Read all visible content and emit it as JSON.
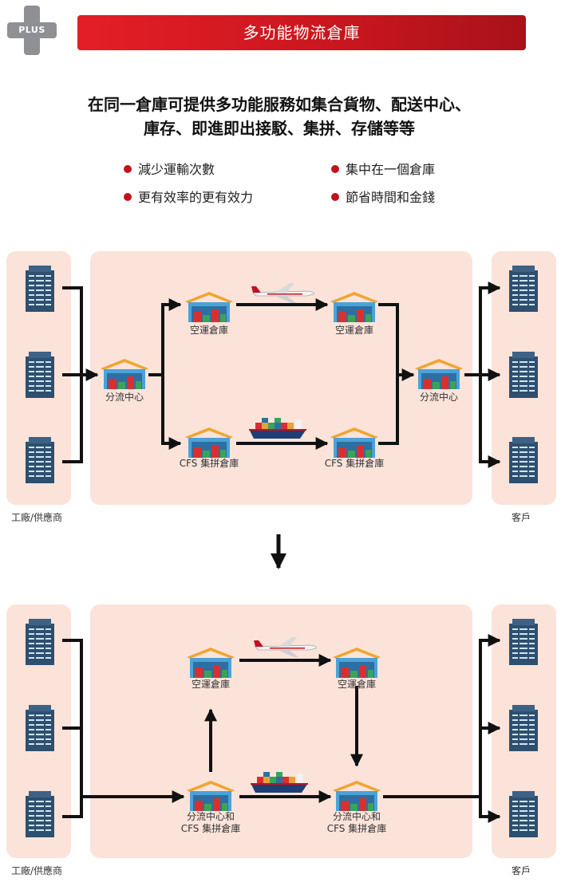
{
  "header": {
    "badge": "PLUS",
    "title": "多功能物流倉庫"
  },
  "headline": {
    "line1": "在同一倉庫可提供多功能服務如集合貨物、配送中心、",
    "line2": "庫存、即進即出接駁、集拼、存儲等等"
  },
  "benefits": [
    "減少運輸次數",
    "集中在一個倉庫",
    "更有效率的更有效力",
    "節省時間和金錢"
  ],
  "diagram_before": {
    "left_label": "工廠/供應商",
    "right_label": "客戶",
    "hub_left": "分流中心",
    "hub_right": "分流中心",
    "air_wh_1": "空運倉庫",
    "air_wh_2": "空運倉庫",
    "cfs_wh_1": "CFS 集拼倉庫",
    "cfs_wh_2": "CFS 集拼倉庫"
  },
  "diagram_after": {
    "left_label": "工廠/供應商",
    "right_label": "客戶",
    "air_wh_1": "空運倉庫",
    "air_wh_2": "空運倉庫",
    "combo_1_line1": "分流中心和",
    "combo_1_line2": "CFS 集拼倉庫",
    "combo_2_line1": "分流中心和",
    "combo_2_line2": "CFS 集拼倉庫"
  },
  "colors": {
    "brand_red": "#e41e26",
    "bullet_red": "#c1121f",
    "panel_bg": "#fbe3da",
    "building": "#2f4f6f",
    "warehouse_roof": "#f0a531",
    "warehouse_body": "#4aa3d8"
  }
}
